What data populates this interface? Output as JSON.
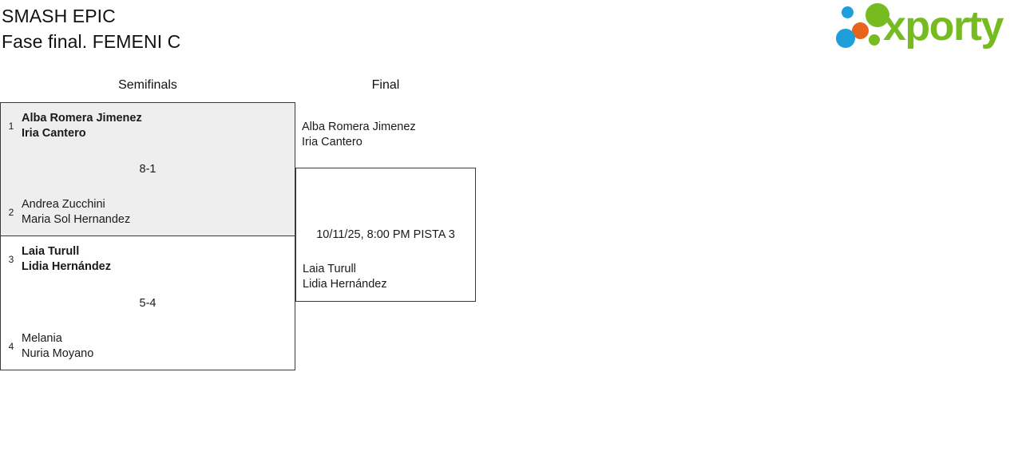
{
  "header": {
    "title": "SMASH EPIC",
    "subtitle": "Fase final. FEMENI C"
  },
  "logo": {
    "wordmark": "xporty",
    "colors": {
      "green": "#76bc21",
      "blue": "#1f9fd9",
      "orange": "#e8641a"
    },
    "dots": [
      {
        "name": "dot-blue-small",
        "color": "#1f9fd9"
      },
      {
        "name": "dot-orange",
        "color": "#e8641a"
      },
      {
        "name": "dot-green-large",
        "color": "#76bc21"
      },
      {
        "name": "dot-blue-large",
        "color": "#1f9fd9"
      },
      {
        "name": "dot-green-small",
        "color": "#76bc21"
      }
    ]
  },
  "bracket": {
    "rounds": [
      {
        "key": "semifinals",
        "label": "Semifinals"
      },
      {
        "key": "final",
        "label": "Final"
      }
    ],
    "semifinals": [
      {
        "score": "8-1",
        "shaded": true,
        "top": {
          "seed": "1",
          "players": [
            "Alba Romera Jimenez",
            "Iria Cantero"
          ],
          "winner": true
        },
        "bottom": {
          "seed": "2",
          "players": [
            "Andrea Zucchini",
            "Maria Sol Hernandez"
          ],
          "winner": false
        }
      },
      {
        "score": "5-4",
        "shaded": false,
        "top": {
          "seed": "3",
          "players": [
            "Laia Turull",
            "Lidia Hernández"
          ],
          "winner": true
        },
        "bottom": {
          "seed": "4",
          "players": [
            "Melania",
            "Nuria Moyano"
          ],
          "winner": false
        }
      }
    ],
    "final": {
      "schedule": "10/11/25, 8:00 PM PISTA 3",
      "top": {
        "players": [
          "Alba Romera Jimenez",
          "Iria Cantero"
        ],
        "winner": false
      },
      "bottom": {
        "players": [
          "Laia Turull",
          "Lidia Hernández"
        ],
        "winner": false
      }
    }
  }
}
